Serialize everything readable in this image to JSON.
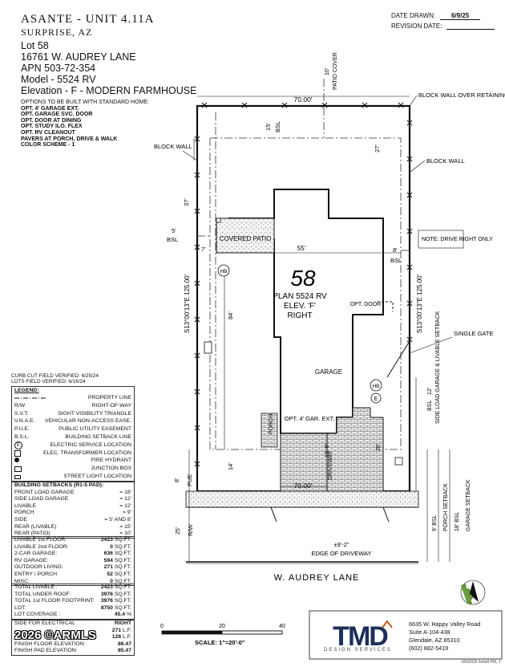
{
  "header": {
    "title": "ASANTE - UNIT 4.11A",
    "city": "SURPRISE, AZ",
    "lot": "Lot 58",
    "address": "16761 W. AUDREY LANE",
    "apn": "APN 503-72-354",
    "model": "Model - 5524 RV",
    "elevation": "Elevation - F - MODERN FARMHOUSE"
  },
  "dates": {
    "drawn_label": "DATE DRAWN:",
    "drawn_value": "6/9/25",
    "revision_label": "REVISION DATE:",
    "revision_value": ""
  },
  "options": {
    "intro": "OPTIONS TO BE BUILT WITH STANDARD HOME:",
    "items": [
      "OPT. 4' GARAGE EXT.",
      "OPT. GARAGE SVC. DOOR",
      "OPT. DOOR AT DINING",
      "OPT. STUDY ILO. FLEX",
      "OPT. RV CLEANOUT",
      "PAVERS AT PORCH, DRIVE & WALK",
      "COLOR SCHEME - 1"
    ]
  },
  "verify": {
    "curb_cut": "CURB CUT FIELD VERIFIED: 6/25/24",
    "lots": "LOTS FIELD VERIFIED: 6/16/24"
  },
  "legend": {
    "heading": "LEGEND:",
    "items": [
      {
        "key": "",
        "desc": "PROPERTY LINE"
      },
      {
        "key": "R/W",
        "desc": "RIGHT-OF-WAY"
      },
      {
        "key": "S.V.T.",
        "desc": "SIGHT VISIBILITY TRIANGLE"
      },
      {
        "key": "V.N.A.E.",
        "desc": "VEHICULAR NON-ACCESS EASE."
      },
      {
        "key": "P.U.E.",
        "desc": "PUBLIC UTILITY EASEMENT"
      },
      {
        "key": "B.S.L.",
        "desc": "BUILDING SETBACK LINE"
      },
      {
        "key": "E",
        "desc": "ELECTRIC SERVICE LOCATION"
      },
      {
        "key": "",
        "desc": "ELEC. TRANSFORMER LOCATION"
      },
      {
        "key": "",
        "desc": "FIRE HYDRANT"
      },
      {
        "key": "",
        "desc": "JUNCTION BOX"
      },
      {
        "key": "",
        "desc": "STREET LIGHT LOCATION"
      }
    ]
  },
  "setbacks": {
    "heading": "BUILDING SETBACKS (R1-5 PAD):",
    "rows": [
      {
        "label": "FRONT LOAD GARAGE",
        "value": "= 18'"
      },
      {
        "label": "SIDE LOAD GARAGE",
        "value": "= 12'"
      },
      {
        "label": "LIVABLE",
        "value": "= 12'"
      },
      {
        "label": "PORCH",
        "value": "= 9'"
      },
      {
        "label": "SIDE",
        "value": "= 5' AND 8'"
      },
      {
        "label": "REAR (LIVABLE)",
        "value": "= 15'"
      },
      {
        "label": "REAR (PATIO)",
        "value": "= 10'"
      }
    ]
  },
  "areas": {
    "rows": [
      {
        "label": "LIVABLE 1st FLOOR:",
        "value": "2423",
        "unit": "SQ.FT."
      },
      {
        "label": "LIVABLE 2nd FLOOR:",
        "value": "0",
        "unit": "SQ.FT."
      },
      {
        "label": "2-CAR GARAGE:",
        "value": "636",
        "unit": "SQ.FT."
      },
      {
        "label": "RV GARAGE:",
        "value": "594",
        "unit": "SQ.FT."
      },
      {
        "label": "OUTDOOR LIVING:",
        "value": "271",
        "unit": "SQ.FT."
      },
      {
        "label": "ENTRY / PORCH",
        "value": "52",
        "unit": "SQ.FT."
      },
      {
        "label": "MISC:",
        "value": "0",
        "unit": "SQ.FT."
      }
    ]
  },
  "totals": {
    "rows": [
      {
        "label": "TOTAL LIVABLE :",
        "value": "2423",
        "unit": "SQ.FT."
      },
      {
        "label": "TOTAL UNDER ROOF:",
        "value": "3976",
        "unit": "SQ.FT."
      },
      {
        "label": "TOTAL 1st FLOOR FOOTPRINT:",
        "value": "3976",
        "unit": "SQ.FT."
      },
      {
        "label": "LOT:",
        "value": "8750",
        "unit": "SQ.FT."
      },
      {
        "label": "LOT COVERAGE :",
        "value": "45.4",
        "unit": "%"
      }
    ]
  },
  "electrical": {
    "label": "SIDE FOR ELECTRICAL",
    "value": "RIGHT"
  },
  "misc_rows": [
    {
      "label": "",
      "value": "271",
      "unit": "L.F."
    },
    {
      "label": "",
      "value": "126",
      "unit": "L.F."
    },
    {
      "label": "FINISH FLOOR ELEVATION:",
      "value": "86.47",
      "unit": ""
    },
    {
      "label": "FINISH PAD ELEVATION:",
      "value": "85.47",
      "unit": ""
    }
  ],
  "watermark": "2026 ©ARMLS",
  "plan": {
    "lot_number": "58",
    "plan_name": "PLAN 5524 RV",
    "elev": "ELEV. 'F'",
    "hand": "RIGHT",
    "top_width": "70.00'",
    "bottom_width": "70.00'",
    "left_bearing": "S13°00'13\"E 125.00'",
    "right_bearing": "S13°00'13\"E 125.00'",
    "street": "W. AUDREY LANE",
    "covered_patio": "COVERED PATIO",
    "garage": "GARAGE",
    "porch": "PORCH",
    "opt_gar_ext": "OPT. 4' GAR. EXT.",
    "driveway": "DRIVEWAY",
    "opt_door": "OPT. DOOR",
    "hb": "HB",
    "e": "E",
    "pue": "PUE",
    "rw": "R/W",
    "bsl": "BSL",
    "edge_driveway": "EDGE OF DRIVEWAY",
    "drive_width": "±9'-2\"",
    "dims": {
      "d10": "10'",
      "d15": "15'",
      "d37": "37'",
      "d27": "27'",
      "d5": "5'",
      "d7": "7'",
      "d55": "55'",
      "d8": "8'",
      "d84": "84'",
      "d14": "14'",
      "d8b": "8'",
      "d25": "25'",
      "d12": "12'",
      "d26": "26'",
      "d19": "19'-6\"",
      "d9": "9' BSL",
      "d18": "18' BSL"
    },
    "callouts": {
      "patio_cover": "PATIO COVER",
      "block_wall_retaining": "BLOCK WALL OVER RETAINING WALL",
      "block_wall_left": "BLOCK WALL",
      "block_wall_right": "BLOCK WALL",
      "note_drive": "NOTE: DRIVE RIGHT ONLY",
      "single_gate": "SINGLE GATE",
      "side_load": "SIDE LOAD GARAGE & LIVABLE SETBACK",
      "porch_setback": "PORCH SETBACK",
      "garage_setback": "GARAGE SETBACK"
    }
  },
  "scale": {
    "labels": [
      "0",
      "20",
      "40"
    ],
    "text": "SCALE: 1\"=20'-0\""
  },
  "company": {
    "logo": "TMD",
    "tagline": "DESIGN SERVICES",
    "addr1": "6635 W. Happy Valley Road",
    "addr2": "Suite A-104-438",
    "addr3": "Glendale, AZ 85310",
    "phone": "(602) 882-5419"
  },
  "footer_stamp": "6/9/2025 6x9x8 PM, J"
}
